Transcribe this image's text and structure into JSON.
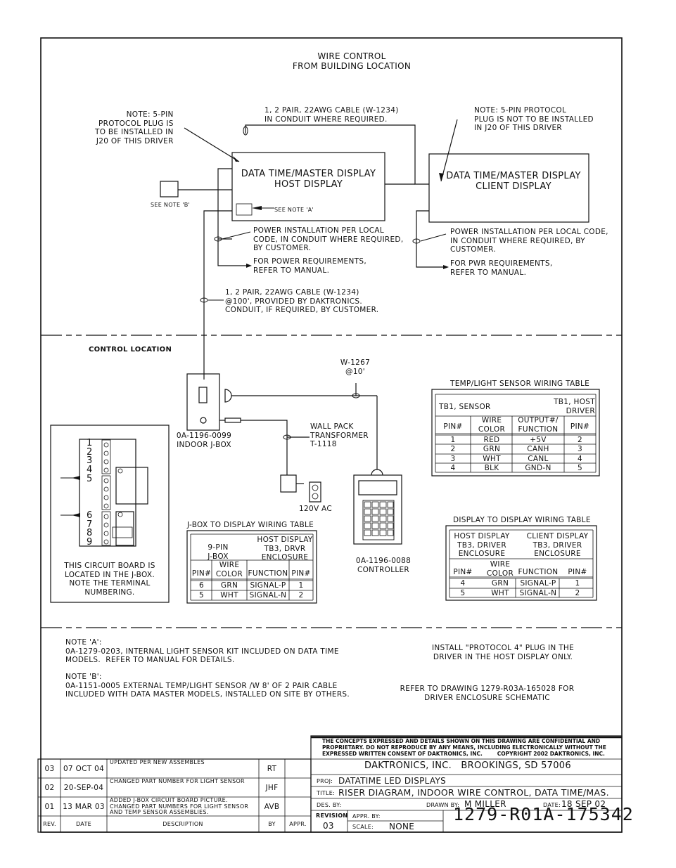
{
  "header": {
    "title_line1": "WIRE CONTROL",
    "title_line2": "FROM BUILDING LOCATION"
  },
  "notes_top": {
    "left_note": "NOTE: 5-PIN\nPROTOCOL PLUG IS\nTO BE INSTALLED IN\nJ20 OF THIS DRIVER",
    "cable_top": "1, 2 PAIR, 22AWG CABLE (W-1234)\nIN CONDUIT WHERE REQUIRED.",
    "right_note": "NOTE: 5-PIN PROTOCOL\nPLUG IS NOT TO BE INSTALLED\nIN J20 OF THIS DRIVER",
    "host_box": "DATA TIME/MASTER DISPLAY\nHOST DISPLAY",
    "client_box": "DATA TIME/MASTER DISPLAY\nCLIENT DISPLAY",
    "see_note_b": "SEE NOTE 'B'",
    "see_note_a": "SEE NOTE 'A'",
    "power_left": "POWER INSTALLATION PER LOCAL\nCODE, IN CONDUIT WHERE REQUIRED,\nBY CUSTOMER.",
    "power_req_left": "FOR POWER REQUIREMENTS,\nREFER TO MANUAL.",
    "power_right": "POWER INSTALLATION PER LOCAL CODE,\nIN CONDUIT WHERE REQUIRED, BY\nCUSTOMER.",
    "power_req_right": "FOR PWR REQUIREMENTS,\nREFER TO MANUAL.",
    "cable_mid": "1, 2 PAIR, 22AWG CABLE (W-1234)\n@100', PROVIDED BY DAKTRONICS.\nCONDUIT, IF REQUIRED, BY CUSTOMER."
  },
  "control": {
    "heading": "CONTROL LOCATION",
    "w1267": "W-1267\n@10'",
    "jbox": "0A-1196-0099\nINDOOR J-BOX",
    "wallpack": "WALL PACK\nTRANSFORMER\nT-1118",
    "ac": "120V AC",
    "controller": "0A-1196-0088\nCONTROLLER",
    "circuit_note": "THIS CIRCUIT BOARD IS\nLOCATED IN THE J-BOX.\nNOTE THE TERMINAL\nNUMBERING.",
    "terminal_numbers": [
      "1",
      "2",
      "3",
      "4",
      "5",
      "6",
      "7",
      "8",
      "9"
    ]
  },
  "temp_table": {
    "title": "TEMP/LIGHT SENSOR WIRING TABLE",
    "h_left": "TB1, SENSOR",
    "h_right": "TB1, HOST\nDRIVER",
    "cols": [
      "PIN#",
      "WIRE\nCOLOR",
      "OUTPUT#/\nFUNCTION",
      "PIN#"
    ],
    "rows": [
      [
        "1",
        "RED",
        "+5V",
        "2"
      ],
      [
        "2",
        "GRN",
        "CANH",
        "3"
      ],
      [
        "3",
        "WHT",
        "CANL",
        "4"
      ],
      [
        "4",
        "BLK",
        "GND-N",
        "5"
      ]
    ]
  },
  "jbox_table": {
    "title": "J-BOX TO DISPLAY WIRING TABLE",
    "h_left": "9-PIN\nJ-BOX",
    "h_right": "HOST DISPLAY\nTB3, DRVR\nENCLOSURE",
    "cols": [
      "PIN#",
      "WIRE\nCOLOR",
      "FUNCTION",
      "PIN#"
    ],
    "rows": [
      [
        "6",
        "GRN",
        "SIGNAL-P",
        "1"
      ],
      [
        "5",
        "WHT",
        "SIGNAL-N",
        "2"
      ]
    ]
  },
  "disp_table": {
    "title": "DISPLAY TO DISPLAY WIRING TABLE",
    "h_left": "HOST DISPLAY\nTB3, DRIVER\nENCLOSURE",
    "h_right": "CLIENT DISPLAY\nTB3, DRIVER\nENCLOSURE",
    "cols": [
      "PIN#",
      "WIRE\nCOLOR",
      "FUNCTION",
      "PIN#"
    ],
    "rows": [
      [
        "4",
        "GRN",
        "SIGNAL-P",
        "1"
      ],
      [
        "5",
        "WHT",
        "SIGNAL-N",
        "2"
      ]
    ]
  },
  "notes_bottom": {
    "note_a": "NOTE 'A':\n0A-1279-0203, INTERNAL LIGHT SENSOR KIT INCLUDED ON DATA TIME\nMODELS.  REFER TO MANUAL FOR DETAILS.",
    "note_b": "NOTE 'B':\n0A-1151-0005 EXTERNAL TEMP/LIGHT SENSOR /W 8' OF 2 PAIR CABLE\nINCLUDED WITH DATA MASTER MODELS, INSTALLED ON SITE BY OTHERS.",
    "protocol": "INSTALL \"PROTOCOL 4\" PLUG IN THE\nDRIVER IN THE HOST DISPLAY ONLY.",
    "refer": "REFER TO DRAWING 1279-R03A-165028 FOR\nDRIVER ENCLOSURE SCHEMATIC"
  },
  "revisions": {
    "rows": [
      {
        "rev": "03",
        "date": "07 OCT 04",
        "desc": "UPDATED PER NEW ASSEMBLES",
        "by": "RT"
      },
      {
        "rev": "02",
        "date": "20-SEP-04",
        "desc": "CHANGED PART NUMBER FOR LIGHT SENSOR",
        "by": "JHF"
      },
      {
        "rev": "01",
        "date": "13 MAR 03",
        "desc": "ADDED J-BOX CIRCUIT BOARD PICTURE.\nCHANGED PART NUMBERS FOR LIGHT SENSOR\nAND TEMP SENSOR ASSEMBLIES.",
        "by": "AVB"
      }
    ],
    "headers": {
      "rev": "REV.",
      "date": "DATE",
      "desc": "DESCRIPTION",
      "by": "BY",
      "appr": "APPR."
    }
  },
  "titleblock": {
    "confidential": "THE CONCEPTS EXPRESSED AND DETAILS SHOWN ON THIS DRAWING ARE CONFIDENTIAL AND\nPROPRIETARY. DO NOT REPRODUCE BY ANY MEANS, INCLUDING ELECTRONICALLY WITHOUT THE\nEXPRESSED WRITTEN CONSENT OF DAKTRONICS, INC.        COPYRIGHT 2002 DAKTRONICS, INC.",
    "company": "DAKTRONICS, INC.   BROOKINGS, SD 57006",
    "proj_label": "PROJ:",
    "proj": "DATATIME LED DISPLAYS",
    "title_label": "TITLE:",
    "title": "RISER DIAGRAM, INDOOR WIRE CONTROL, DATA TIME/MAS.",
    "des_label": "DES. BY:",
    "drawn_label": "DRAWN BY:",
    "drawn": "M MILLER",
    "date_label": "DATE:",
    "date": "18 SEP 02",
    "revision_label": "REVISION",
    "revision": "03",
    "appr_label": "APPR. BY:",
    "scale_label": "SCALE:",
    "scale": "NONE",
    "drawing_number": "1279-R01A-175342"
  }
}
